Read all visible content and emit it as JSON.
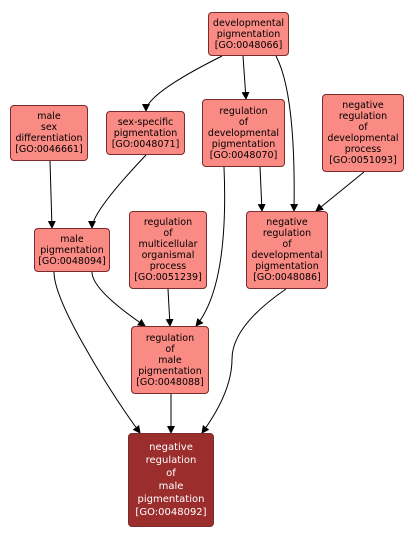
{
  "nodes": {
    "developmental_pigmentation": {
      "lines": [
        "developmental",
        "pigmentation",
        "[GO:0048066]"
      ],
      "fill": "#fa8a84"
    },
    "sex_specific_pigmentation": {
      "lines": [
        "sex-specific",
        "pigmentation",
        "[GO:0048071]"
      ],
      "fill": "#fa8a84"
    },
    "male_sex_differentiation": {
      "lines": [
        "male",
        "sex",
        "differentiation",
        "[GO:0046661]"
      ],
      "fill": "#fa8a84"
    },
    "regulation_of_developmental_pigmentation": {
      "lines": [
        "regulation",
        "of",
        "developmental",
        "pigmentation",
        "[GO:0048070]"
      ],
      "fill": "#fa8a84"
    },
    "negative_regulation_of_developmental_process": {
      "lines": [
        "negative",
        "regulation",
        "of",
        "developmental",
        "process",
        "[GO:0051093]"
      ],
      "fill": "#fa8a84"
    },
    "male_pigmentation": {
      "lines": [
        "male",
        "pigmentation",
        "[GO:0048094]"
      ],
      "fill": "#fa8a84"
    },
    "regulation_of_multicellular_organismal_process": {
      "lines": [
        "regulation",
        "of",
        "multicellular",
        "organismal",
        "process",
        "[GO:0051239]"
      ],
      "fill": "#fa8a84"
    },
    "negative_regulation_of_developmental_pigmentation": {
      "lines": [
        "negative",
        "regulation",
        "of",
        "developmental",
        "pigmentation",
        "[GO:0048086]"
      ],
      "fill": "#fa8a84"
    },
    "regulation_of_male_pigmentation": {
      "lines": [
        "regulation",
        "of",
        "male",
        "pigmentation",
        "[GO:0048088]"
      ],
      "fill": "#fa8a84"
    },
    "negative_regulation_of_male_pigmentation": {
      "lines": [
        "negative",
        "regulation",
        "of",
        "male",
        "pigmentation",
        "[GO:0048092]"
      ],
      "fill": "#9c2d2d"
    }
  },
  "edges": [
    [
      "developmental_pigmentation",
      "sex_specific_pigmentation"
    ],
    [
      "developmental_pigmentation",
      "regulation_of_developmental_pigmentation"
    ],
    [
      "developmental_pigmentation",
      "negative_regulation_of_developmental_pigmentation"
    ],
    [
      "sex_specific_pigmentation",
      "male_pigmentation"
    ],
    [
      "male_sex_differentiation",
      "male_pigmentation"
    ],
    [
      "regulation_of_developmental_pigmentation",
      "negative_regulation_of_developmental_pigmentation"
    ],
    [
      "regulation_of_developmental_pigmentation",
      "regulation_of_male_pigmentation"
    ],
    [
      "negative_regulation_of_developmental_process",
      "negative_regulation_of_developmental_pigmentation"
    ],
    [
      "male_pigmentation",
      "regulation_of_male_pigmentation"
    ],
    [
      "male_pigmentation",
      "negative_regulation_of_male_pigmentation"
    ],
    [
      "regulation_of_multicellular_organismal_process",
      "regulation_of_male_pigmentation"
    ],
    [
      "negative_regulation_of_developmental_pigmentation",
      "negative_regulation_of_male_pigmentation"
    ],
    [
      "regulation_of_male_pigmentation",
      "negative_regulation_of_male_pigmentation"
    ]
  ],
  "colors": {
    "node_fill": "#fa8a84",
    "target_fill": "#9c2d2d",
    "edge": "#000000"
  }
}
